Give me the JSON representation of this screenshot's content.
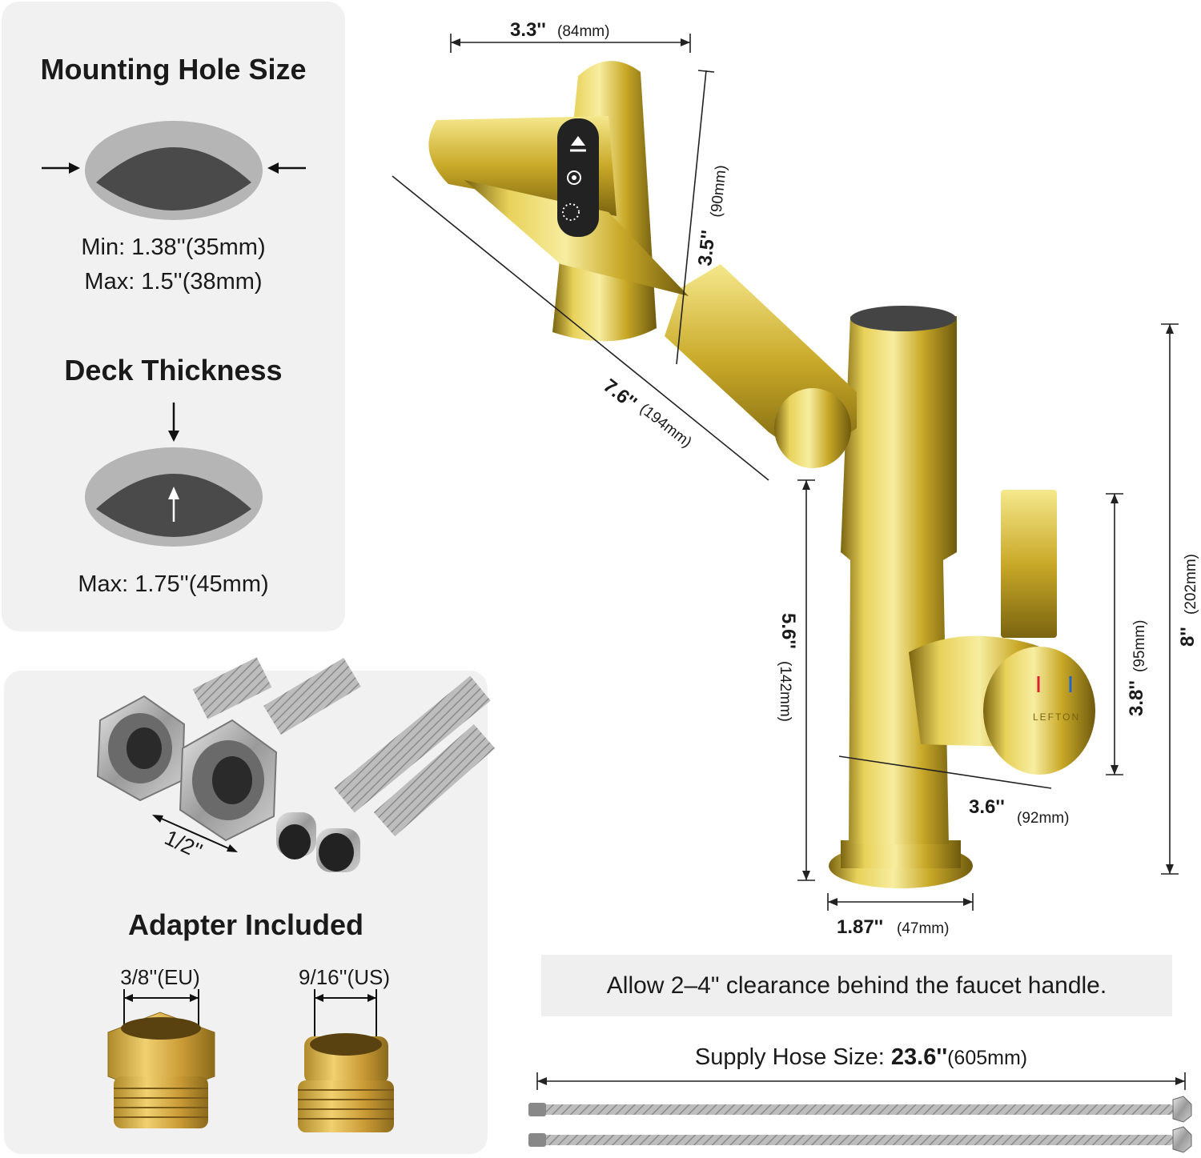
{
  "colors": {
    "panel_bg": "#f1f1f1",
    "gold": "#d4b83a",
    "dark_hole": "#4a4a4a",
    "ring": "#b5b5b5",
    "text": "#1a1a1a"
  },
  "mounting": {
    "title": "Mounting Hole Size",
    "min": "Min: 1.38''(35mm)",
    "max": "Max: 1.5''(38mm)"
  },
  "deck": {
    "title": "Deck Thickness",
    "max": "Max: 1.75''(45mm)"
  },
  "hoses": {
    "thread_label": "1/2''"
  },
  "adapter": {
    "title": "Adapter Included",
    "eu": "3/8''(EU)",
    "us": "9/16''(US)"
  },
  "dimensions": {
    "spray_width": {
      "in": "3.3''",
      "mm": "(84mm)"
    },
    "spray_height": {
      "in": "3.5''",
      "mm": "(90mm)"
    },
    "arm_length": {
      "in": "7.6''",
      "mm": "(194mm)"
    },
    "total_height": {
      "in": "8''",
      "mm": "(202mm)"
    },
    "spout_height": {
      "in": "5.6''",
      "mm": "(142mm)"
    },
    "handle_height": {
      "in": "3.8''",
      "mm": "(95mm)"
    },
    "handle_reach": {
      "in": "3.6''",
      "mm": "(92mm)"
    },
    "base_width": {
      "in": "1.87''",
      "mm": "(47mm)"
    }
  },
  "brand": "LEFTON",
  "clearance_note": "Allow 2–4\" clearance behind the faucet handle.",
  "supply": {
    "prefix": "Supply Hose Size: ",
    "value": "23.6''",
    "mm": "(605mm)"
  },
  "icons": [
    "arrow-right-icon",
    "arrow-left-icon",
    "arrow-down-icon",
    "arrow-up-icon",
    "spray-mode-icon",
    "stream-mode-icon",
    "rain-mode-icon"
  ]
}
